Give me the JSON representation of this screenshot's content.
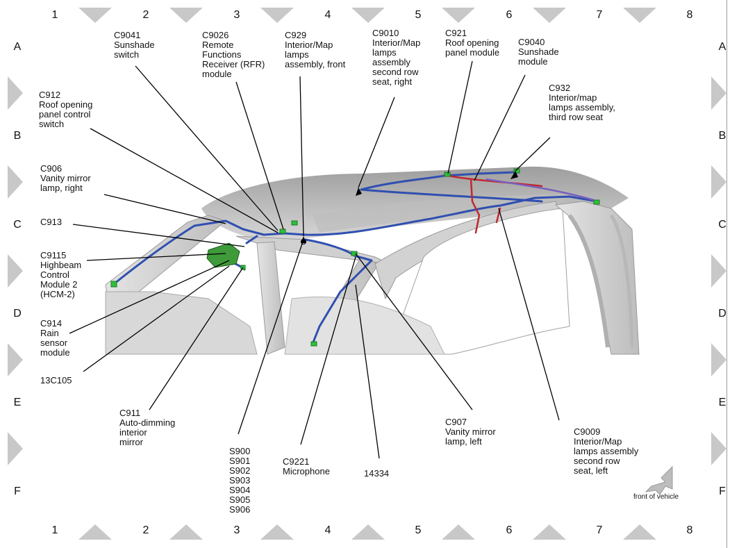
{
  "grid": {
    "columns": [
      "1",
      "2",
      "3",
      "4",
      "5",
      "6",
      "7",
      "8"
    ],
    "rows": [
      "A",
      "B",
      "C",
      "D",
      "E",
      "F"
    ]
  },
  "labels": {
    "c9041": "C9041\nSunshade\nswitch",
    "c9026": "C9026\nRemote\nFunctions\nReceiver (RFR)\nmodule",
    "c929": "C929\nInterior/Map\nlamps\nassembly, front",
    "c9010": "C9010\nInterior/Map\nlamps\nassembly\nsecond row\nseat, right",
    "c921": "C921\nRoof opening\npanel module",
    "c9040": "C9040\nSunshade\nmodule",
    "c932": "C932\nInterior/map\nlamps assembly,\nthird row seat",
    "c912": "C912\nRoof opening\npanel control\nswitch",
    "c906": "C906\nVanity mirror\nlamp, right",
    "c913": "C913",
    "c9115": "C9115\nHighbeam\nControl\nModule 2\n(HCM-2)",
    "c914": "C914\nRain\nsensor\nmodule",
    "c13c105": "13C105",
    "c911": "C911\nAuto-dimming\ninterior\nmirror",
    "s900": "S900\nS901\nS902\nS903\nS904\nS905\nS906",
    "c9221": "C9221\nMicrophone",
    "c14334": "14334",
    "c907": "C907\nVanity mirror\nlamp, left",
    "c9009": "C9009\nInterior/Map\nlamps assembly\nsecond row\nseat, left"
  },
  "front_of_vehicle": "front of vehicle",
  "colors": {
    "harness_blue": "#2f4fb0",
    "harness_red": "#c0282d",
    "connector_green": "#2fbf3a",
    "body_gray": "#cfcfcf",
    "grid_triangle": "#c8c8c8"
  }
}
